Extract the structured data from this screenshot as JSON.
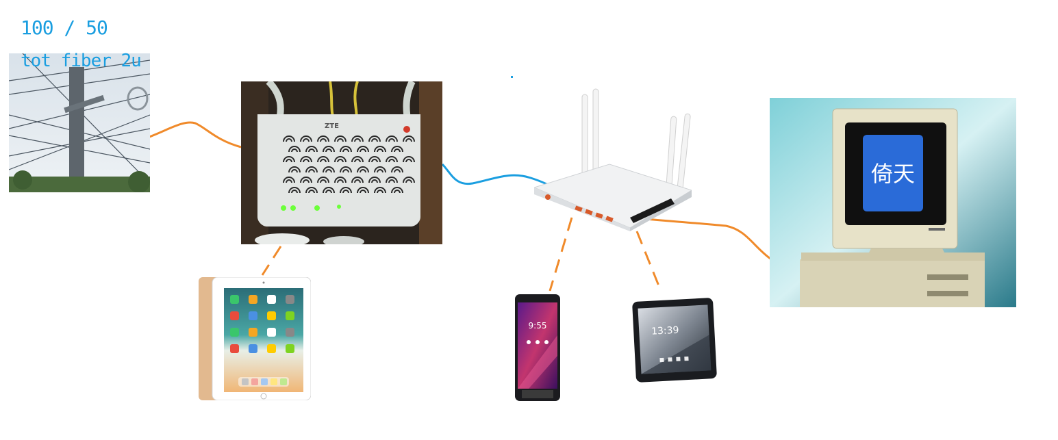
{
  "notes": {
    "speed": "100 / 50",
    "isp": "tot fiber 2u"
  },
  "onu_brand": "ZTE",
  "ipad_dock_apps": [
    "",
    "",
    "",
    "",
    ""
  ],
  "phone_clock": "9:55",
  "tablet_clock": "13:39",
  "monitor_logo_text": "倚天",
  "colors": {
    "note_text": "#1a9ee0",
    "link_orange": "#f08a2a",
    "link_blue": "#1a9ee0",
    "monitor_logo_bg": "#2a6bd8"
  },
  "icons": {
    "pole": "utility-pole-photo",
    "onu": "fiber-onu-photo",
    "router": "wifi-router-photo",
    "pc": "retro-pc-photo",
    "ipad": "ipad-photo",
    "phone": "smartphone-photo",
    "tablet": "android-tablet-photo"
  }
}
